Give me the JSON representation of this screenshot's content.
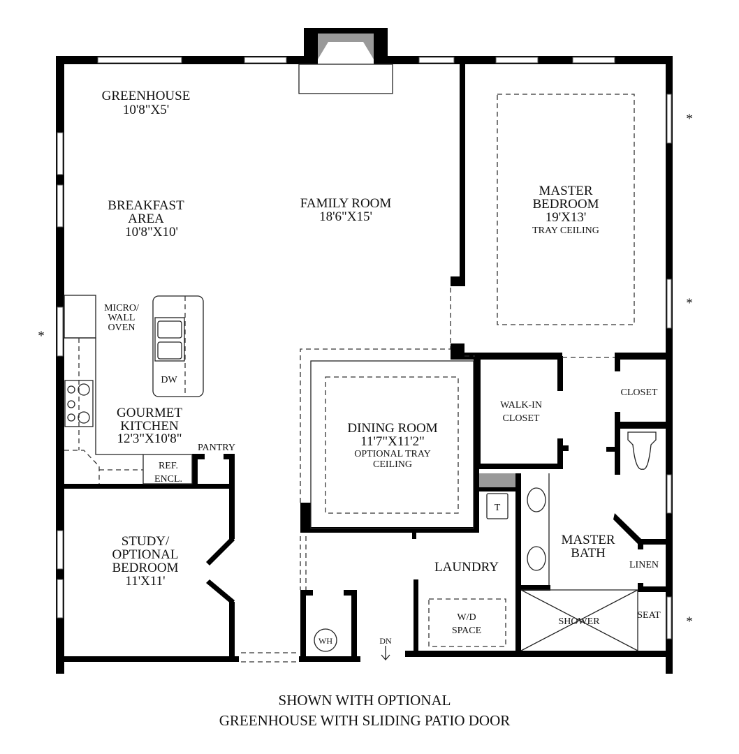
{
  "rooms": {
    "greenhouse": {
      "name": "GREENHOUSE",
      "size": "10'8\"X5'"
    },
    "breakfast": {
      "name1": "BREAKFAST",
      "name2": "AREA",
      "size": "10'8\"X10'"
    },
    "family": {
      "name": "FAMILY ROOM",
      "size": "18'6\"X15'"
    },
    "master_bedroom": {
      "name1": "MASTER",
      "name2": "BEDROOM",
      "size": "19'X13'",
      "note": "TRAY CEILING"
    },
    "micro": {
      "line1": "MICRO/",
      "line2": "WALL",
      "line3": "OVEN"
    },
    "dw": "DW",
    "kitchen": {
      "name1": "GOURMET",
      "name2": "KITCHEN",
      "size": "12'3\"X10'8\""
    },
    "pantry": "PANTRY",
    "ref": {
      "line1": "REF.",
      "line2": "ENCL."
    },
    "dining": {
      "name": "DINING ROOM",
      "size": "11'7\"X11'2\"",
      "note1": "OPTIONAL TRAY",
      "note2": "CEILING"
    },
    "walkin": {
      "line1": "WALK-IN",
      "line2": "CLOSET"
    },
    "closet": "CLOSET",
    "tub": "T",
    "master_bath": {
      "name1": "MASTER",
      "name2": "BATH"
    },
    "linen": "LINEN",
    "laundry": "LAUNDRY",
    "wd": {
      "line1": "W/D",
      "line2": "SPACE"
    },
    "shower": "SHOWER",
    "seat": "SEAT",
    "study": {
      "name1": "STUDY/",
      "name2": "OPTIONAL",
      "name3": "BEDROOM",
      "size": "11'X11'"
    },
    "wh": "WH",
    "dn": "DN"
  },
  "markers": [
    "*",
    "*",
    "*",
    "*"
  ],
  "caption": {
    "line1": "SHOWN WITH OPTIONAL",
    "line2": "GREENHOUSE WITH SLIDING PATIO DOOR"
  },
  "colors": {
    "wall": "#000000",
    "fireplace": "#999999",
    "background": "#ffffff"
  }
}
